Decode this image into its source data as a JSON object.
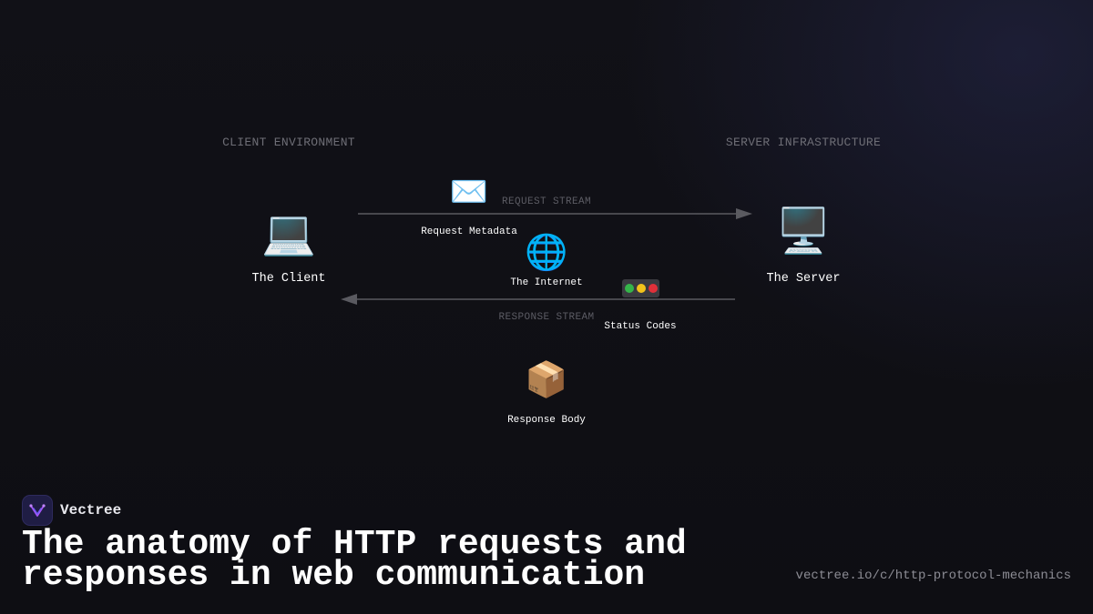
{
  "diagram": {
    "zones": {
      "client": "CLIENT ENVIRONMENT",
      "server": "SERVER INFRASTRUCTURE"
    },
    "nodes": {
      "client": {
        "icon": "💻",
        "icon_name": "laptop-icon",
        "label": "The Client"
      },
      "server": {
        "icon": "🖥️",
        "icon_name": "desktop-computer-icon",
        "label": "The Server"
      },
      "internet": {
        "icon": "🌐",
        "icon_name": "globe-icon",
        "label": "The Internet"
      },
      "request_metadata": {
        "icon": "✉️",
        "icon_name": "envelope-icon",
        "label": "Request Metadata"
      },
      "status_codes": {
        "icon_name": "traffic-light-icon",
        "label": "Status Codes"
      },
      "response_body": {
        "icon": "📦",
        "icon_name": "package-icon",
        "label": "Response Body"
      }
    },
    "streams": {
      "request": "REQUEST STREAM",
      "response": "RESPONSE STREAM"
    },
    "colors": {
      "arrow": "#5a5a60",
      "light_green": "#35b54a",
      "light_yellow": "#f2c21b",
      "light_red": "#e0303a"
    }
  },
  "footer": {
    "brand_name": "Vectree",
    "title": "The anatomy of HTTP requests and responses in web communication",
    "url": "vectree.io/c/http-protocol-mechanics"
  }
}
